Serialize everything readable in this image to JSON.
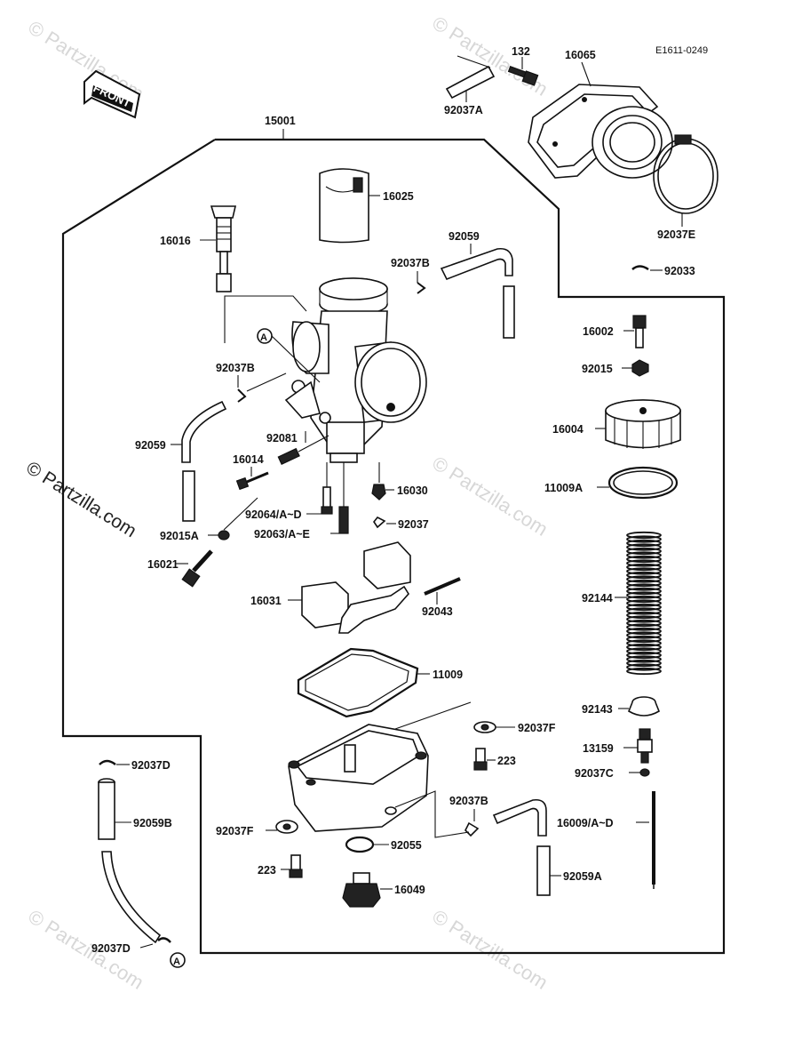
{
  "diagram_code": "E1611-0249",
  "front_arrow_text": "FRONT",
  "watermark_text": "© Partzilla.com",
  "ref_marker": "A",
  "labels": {
    "p15001": "15001",
    "p132": "132",
    "p16065": "16065",
    "p92037A": "92037A",
    "p92037E": "92037E",
    "p92033": "92033",
    "p16025": "16025",
    "p16016": "16016",
    "p92059_top": "92059",
    "p92037B_top": "92037B",
    "p92037B_left": "92037B",
    "p92059_left": "92059",
    "p92081": "92081",
    "p16014": "16014",
    "p16030": "16030",
    "p92064": "92064/A~D",
    "p92037": "92037",
    "p92063": "92063/A~E",
    "p92015A": "92015A",
    "p16021": "16021",
    "p16031": "16031",
    "p92043": "92043",
    "p11009": "11009",
    "p92037F_right": "92037F",
    "p223_right": "223",
    "p92037B_bottom": "92037B",
    "p92037F_left": "92037F",
    "p92055": "92055",
    "p223_left": "223",
    "p16049": "16049",
    "p92037D_top": "92037D",
    "p92059B": "92059B",
    "p92037D_bottom": "92037D",
    "p16002": "16002",
    "p92015": "92015",
    "p16004": "16004",
    "p11009A": "11009A",
    "p92144": "92144",
    "p92143": "92143",
    "p13159": "13159",
    "p92037C": "92037C",
    "p16009": "16009/A~D",
    "p92059A": "92059A"
  }
}
